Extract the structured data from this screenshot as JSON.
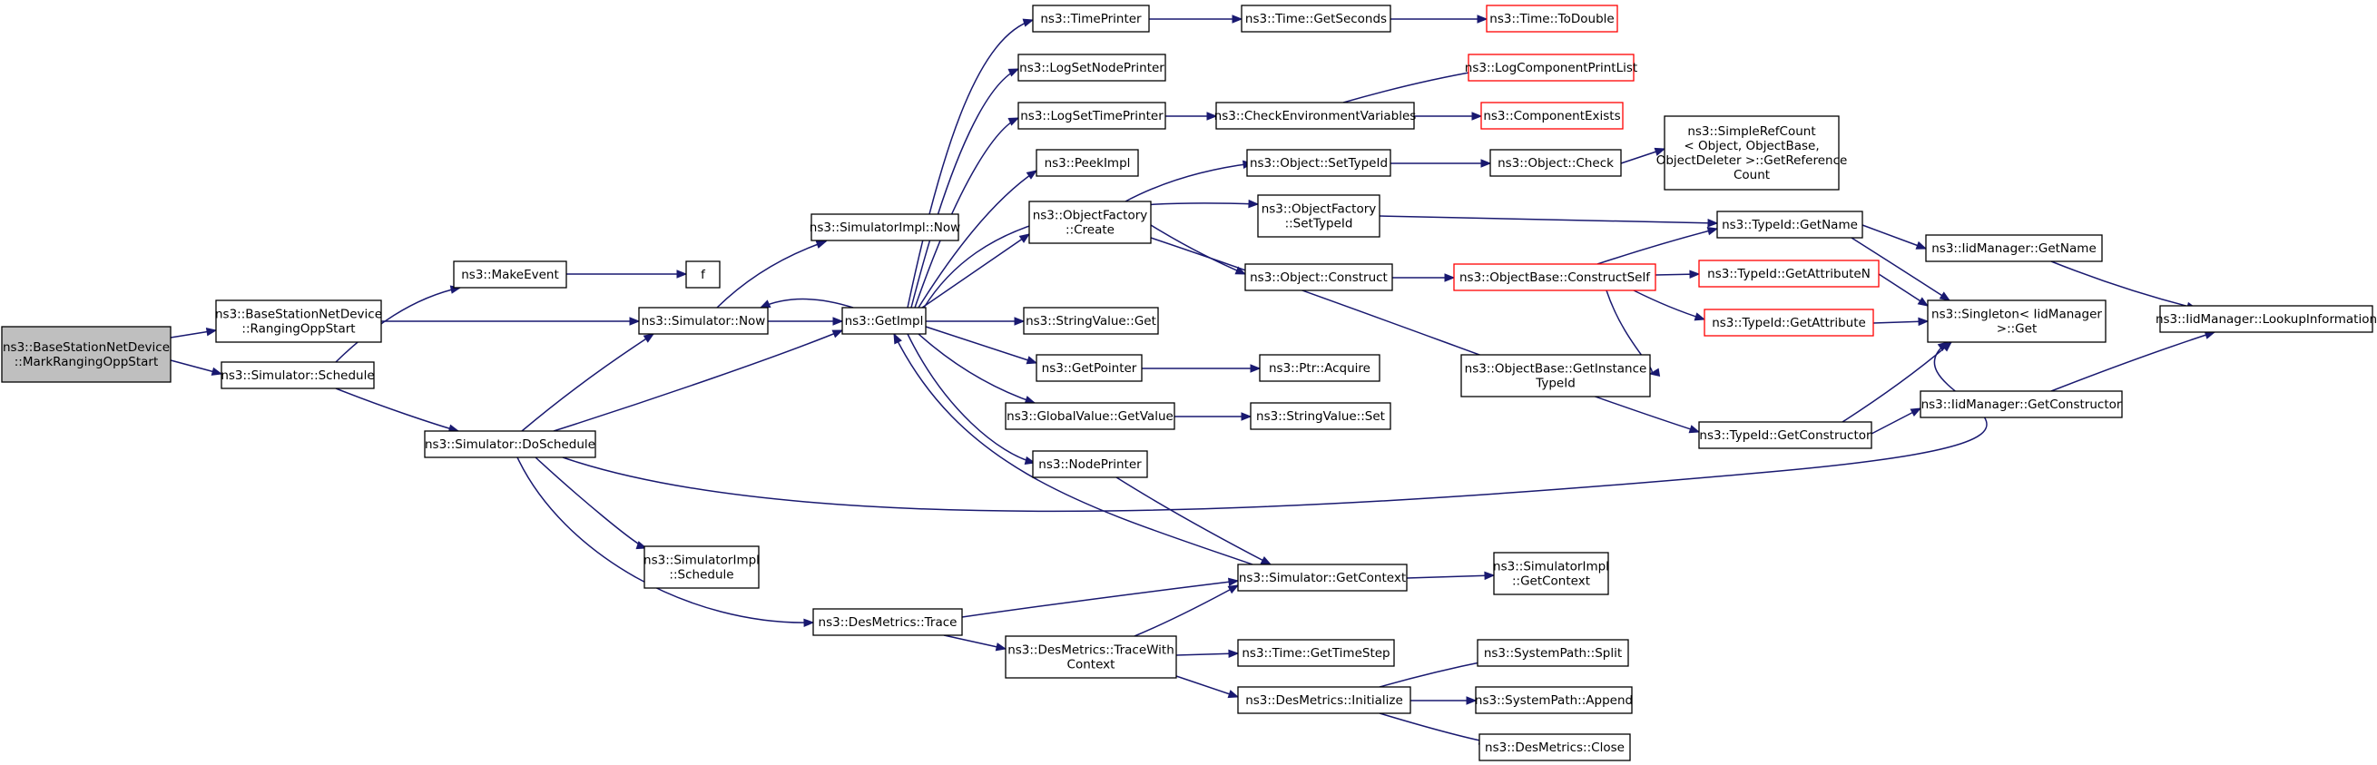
{
  "colors": {
    "edge": "#191970",
    "node_border": "#000000",
    "undocumented_border": "#ff0000",
    "root_fill": "#bfbfbf"
  },
  "nodes": [
    {
      "id": "root",
      "lines": [
        "ns3::BaseStationNetDevice",
        "::MarkRangingOppStart"
      ],
      "root": true
    },
    {
      "id": "rangingOppStart",
      "lines": [
        "ns3::BaseStationNetDevice",
        "::RangingOppStart"
      ]
    },
    {
      "id": "schedule",
      "lines": [
        "ns3::Simulator::Schedule"
      ]
    },
    {
      "id": "makeEvent",
      "lines": [
        "ns3::MakeEvent"
      ]
    },
    {
      "id": "f",
      "lines": [
        "f"
      ]
    },
    {
      "id": "doSchedule",
      "lines": [
        "ns3::Simulator::DoSchedule"
      ]
    },
    {
      "id": "now",
      "lines": [
        "ns3::Simulator::Now"
      ]
    },
    {
      "id": "simImplNow",
      "lines": [
        "ns3::SimulatorImpl::Now"
      ]
    },
    {
      "id": "simImplSchedule",
      "lines": [
        "ns3::SimulatorImpl",
        "::Schedule"
      ]
    },
    {
      "id": "desTrace",
      "lines": [
        "ns3::DesMetrics::Trace"
      ]
    },
    {
      "id": "getImpl",
      "lines": [
        "ns3::GetImpl"
      ]
    },
    {
      "id": "traceWithContext",
      "lines": [
        "ns3::DesMetrics::TraceWith",
        "Context"
      ]
    },
    {
      "id": "timePrinter",
      "lines": [
        "ns3::TimePrinter"
      ]
    },
    {
      "id": "logSetNodePrinter",
      "lines": [
        "ns3::LogSetNodePrinter"
      ]
    },
    {
      "id": "logSetTimePrinter",
      "lines": [
        "ns3::LogSetTimePrinter"
      ]
    },
    {
      "id": "peekImpl",
      "lines": [
        "ns3::PeekImpl"
      ]
    },
    {
      "id": "ofCreate",
      "lines": [
        "ns3::ObjectFactory",
        "::Create"
      ]
    },
    {
      "id": "stringValueGet",
      "lines": [
        "ns3::StringValue::Get"
      ]
    },
    {
      "id": "getPointer",
      "lines": [
        "ns3::GetPointer"
      ]
    },
    {
      "id": "globalValueGet",
      "lines": [
        "ns3::GlobalValue::GetValue"
      ]
    },
    {
      "id": "nodePrinter",
      "lines": [
        "ns3::NodePrinter"
      ]
    },
    {
      "id": "getContext",
      "lines": [
        "ns3::Simulator::GetContext"
      ]
    },
    {
      "id": "timeGetTimeStep",
      "lines": [
        "ns3::Time::GetTimeStep"
      ]
    },
    {
      "id": "desInitialize",
      "lines": [
        "ns3::DesMetrics::Initialize"
      ]
    },
    {
      "id": "timeGetSeconds",
      "lines": [
        "ns3::Time::GetSeconds"
      ]
    },
    {
      "id": "checkEnvVars",
      "lines": [
        "ns3::CheckEnvironmentVariables"
      ]
    },
    {
      "id": "objSetTypeId",
      "lines": [
        "ns3::Object::SetTypeId"
      ]
    },
    {
      "id": "ofSetTypeId",
      "lines": [
        "ns3::ObjectFactory",
        "::SetTypeId"
      ]
    },
    {
      "id": "objConstruct",
      "lines": [
        "ns3::Object::Construct"
      ]
    },
    {
      "id": "ptrAcquire",
      "lines": [
        "ns3::Ptr::Acquire"
      ]
    },
    {
      "id": "stringValueSet",
      "lines": [
        "ns3::StringValue::Set"
      ]
    },
    {
      "id": "simImplGetContext",
      "lines": [
        "ns3::SimulatorImpl",
        "::GetContext"
      ]
    },
    {
      "id": "sysPathSplit",
      "lines": [
        "ns3::SystemPath::Split"
      ]
    },
    {
      "id": "sysPathAppend",
      "lines": [
        "ns3::SystemPath::Append"
      ]
    },
    {
      "id": "desClose",
      "lines": [
        "ns3::DesMetrics::Close"
      ]
    },
    {
      "id": "timeToDouble",
      "lines": [
        "ns3::Time::ToDouble"
      ],
      "undocumented": true
    },
    {
      "id": "logComponentPrintList",
      "lines": [
        "ns3::LogComponentPrintList"
      ],
      "undocumented": true
    },
    {
      "id": "componentExists",
      "lines": [
        "ns3::ComponentExists"
      ],
      "undocumented": true
    },
    {
      "id": "objCheck",
      "lines": [
        "ns3::Object::Check"
      ]
    },
    {
      "id": "objBaseConstructSelf",
      "lines": [
        "ns3::ObjectBase::ConstructSelf"
      ],
      "undocumented": true
    },
    {
      "id": "objBaseGetInstanceTypeId",
      "lines": [
        "ns3::ObjectBase::GetInstance",
        "TypeId"
      ]
    },
    {
      "id": "simpleRefCount",
      "lines": [
        "ns3::SimpleRefCount",
        "< Object, ObjectBase,",
        "ObjectDeleter >::GetReference",
        "Count"
      ]
    },
    {
      "id": "typeIdGetName",
      "lines": [
        "ns3::TypeId::GetName"
      ]
    },
    {
      "id": "typeIdGetAttributeN",
      "lines": [
        "ns3::TypeId::GetAttributeN"
      ],
      "undocumented": true
    },
    {
      "id": "typeIdGetAttribute",
      "lines": [
        "ns3::TypeId::GetAttribute"
      ],
      "undocumented": true
    },
    {
      "id": "typeIdGetConstructor",
      "lines": [
        "ns3::TypeId::GetConstructor"
      ]
    },
    {
      "id": "iidGetName",
      "lines": [
        "ns3::IidManager::GetName"
      ]
    },
    {
      "id": "singletonGet",
      "lines": [
        "ns3::Singleton< IidManager",
        ">::Get"
      ]
    },
    {
      "id": "iidGetConstructor",
      "lines": [
        "ns3::IidManager::GetConstructor"
      ]
    },
    {
      "id": "iidLookupInformation",
      "lines": [
        "ns3::IidManager::LookupInformation"
      ]
    }
  ]
}
